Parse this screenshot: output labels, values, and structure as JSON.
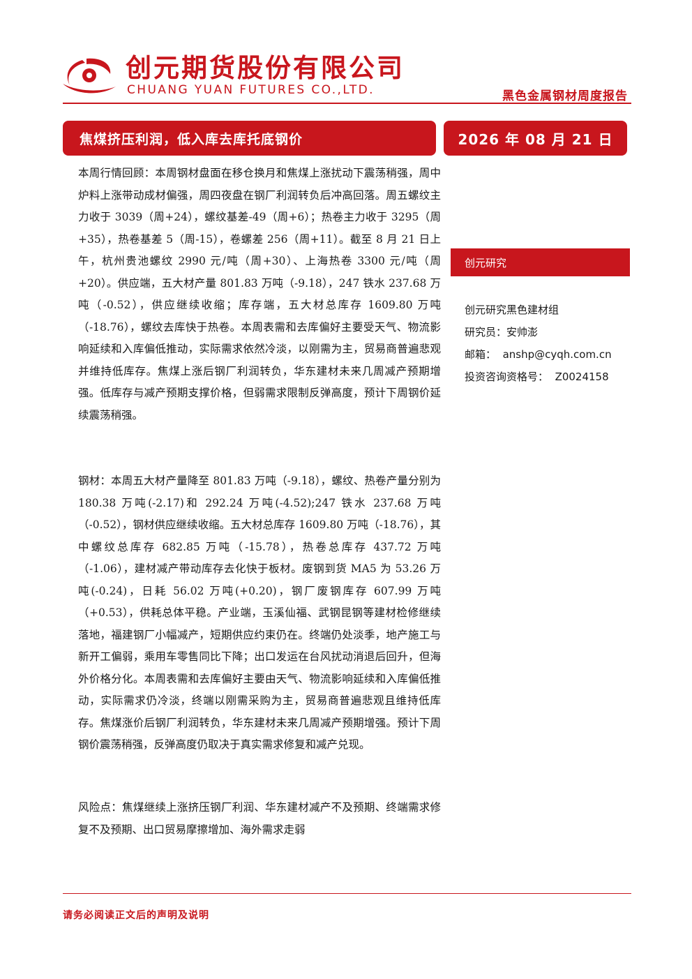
{
  "header": {
    "company_cn": "创元期货股份有限公司",
    "company_en": "CHUANG YUAN FUTURES CO.,LTD.",
    "report_type": "黑色金属钢材周度报告"
  },
  "title": "焦煤挤压利润，低入库去库托底钢价",
  "date": "2026 年 08 月 21 日",
  "paragraphs": {
    "weekly_review": "本周行情回顾：本周钢材盘面在移仓换月和焦煤上涨扰动下震荡稍强，周中炉料上涨带动成材偏强，周四夜盘在钢厂利润转负后冲高回落。周五螺纹主力收于 3039（周+24），螺纹基差-49（周+6）；热卷主力收于 3295（周+35），热卷基差 5（周-15），卷螺差 256（周+11）。截至 8 月 21 日上午，杭州贵池螺纹 2990 元/吨（周+30）、上海热卷 3300 元/吨（周+20）。供应端，五大材产量 801.83 万吨（-9.18），247 铁水 237.68 万吨（-0.52），供应继续收缩；库存端，五大材总库存 1609.80 万吨（-18.76），螺纹去库快于热卷。本周表需和去库偏好主要受天气、物流影响延续和入库偏低推动，实际需求依然冷淡，以刚需为主，贸易商普遍悲观并维持低库存。焦煤上涨后钢厂利润转负，华东建材未来几周减产预期增强。低库存与减产预期支撑价格，但弱需求限制反弹高度，预计下周钢价延续震荡稍强。",
    "steel": "钢材：本周五大材产量降至 801.83 万吨（-9.18），螺纹、热卷产量分别为 180.38 万吨(-2.17)和 292.24 万吨(-4.52);247 铁水 237.68 万吨（-0.52），钢材供应继续收缩。五大材总库存 1609.80 万吨（-18.76），其中螺纹总库存 682.85 万吨（-15.78），热卷总库存 437.72 万吨（-1.06），建材减产带动库存去化快于板材。废钢到货 MA5 为 53.26 万吨(-0.24)，日耗 56.02 万吨(+0.20)，钢厂废钢库存 607.99 万吨（+0.53），供耗总体平稳。产业端，玉溪仙福、武钢昆钢等建材检修继续落地，福建钢厂小幅减产，短期供应约束仍在。终端仍处淡季，地产施工与新开工偏弱，乘用车零售同比下降；出口发运在台风扰动消退后回升，但海外价格分化。本周表需和去库偏好主要由天气、物流影响延续和入库偏低推动，实际需求仍冷淡，终端以刚需采购为主，贸易商普遍悲观且维持低库存。焦煤涨价后钢厂利润转负，华东建材未来几周减产预期增强。预计下周钢价震荡稍强，反弹高度仍取决于真实需求修复和减产兑现。",
    "risk": "风险点：焦煤继续上涨挤压钢厂利润、华东建材减产不及预期、终端需求修复不及预期、出口贸易摩擦增加、海外需求走弱"
  },
  "sidebar": {
    "heading": "创元研究",
    "group": "创元研究黑色建材组",
    "analyst_label": "研究员：",
    "analyst_name": "安帅澎",
    "email_label": "邮箱：",
    "email": "anshp@cyqh.com.cn",
    "license_label": "投资咨询资格号：",
    "license_no": "Z0024158"
  },
  "footer": {
    "note": "请务必阅读正文后的声明及说明"
  },
  "colors": {
    "brand_red": "#c8161d"
  },
  "icons": {
    "logo": "company-logo-icon"
  }
}
